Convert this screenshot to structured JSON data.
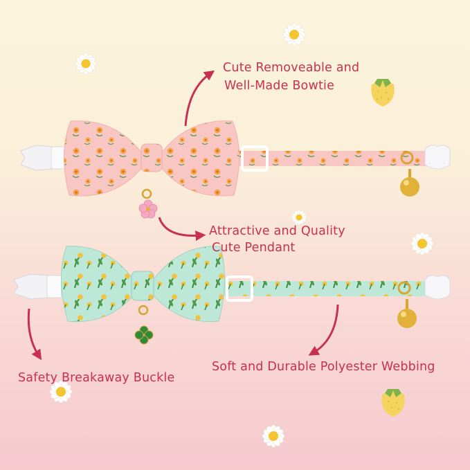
{
  "labels": {
    "bowtie_line1": "Cute Removeable and",
    "bowtie_line2": "Well-Made Bowtie",
    "pendant_line1": "Attractive and Quality",
    "pendant_line2": "Cute Pendant",
    "buckle": "Safety Breakaway Buckle",
    "webbing": "Soft and Durable Polyester Webbing"
  },
  "colors": {
    "label_text": "#c8304f",
    "arrow": "#c8304f",
    "pink_collar": "#f7c4c2",
    "mint_collar": "#b9e6d6",
    "flower_orange": "#f2a33c",
    "leaf_green": "#4f9a4a",
    "bell_gold": "#e2b13a"
  },
  "icons": [
    "daisy-icon",
    "strawberry-icon",
    "bell-icon",
    "flower-pendant-icon",
    "clover-pendant-icon",
    "buckle-icon"
  ]
}
